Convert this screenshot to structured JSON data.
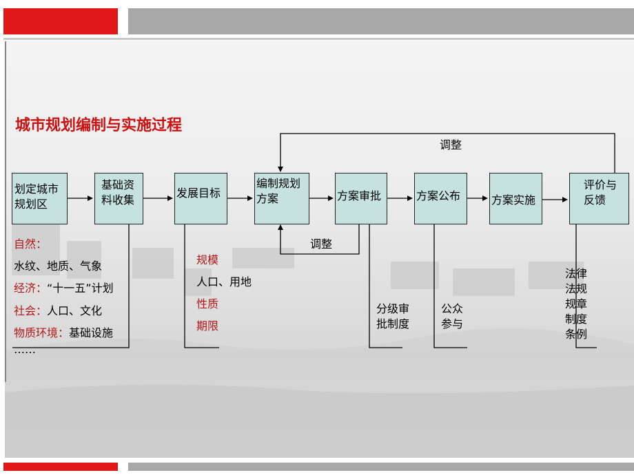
{
  "colors": {
    "accent_red": "#e01818",
    "header_gray": "#a8a8a8",
    "box_fill": "#c6e2e0",
    "title_red": "#cc1111",
    "label_red": "#b01818"
  },
  "title": "城市规划编制与实施过程",
  "boxes": {
    "b1_l1": "划定城市",
    "b1_l2": "规划区",
    "b2_l1": "基础资",
    "b2_l2": "料收集",
    "b3": "发展目标",
    "b4_l1": "编制规划",
    "b4_l2": "方案",
    "b5": "方案审批",
    "b6": "方案公布",
    "b7": "方案实施",
    "b8_l1": "评价与",
    "b8_l2": "反馈"
  },
  "feedback": {
    "top": "调整",
    "mid": "调整"
  },
  "notes": {
    "natural_label": "自然：",
    "natural": "水纹、地质、气象",
    "economy_label": "经济：",
    "economy": "“十一五”计划",
    "society_label": "社会：",
    "society": "人口、文化",
    "physical_label": "物质环境：",
    "physical": "基础设施",
    "ellipsis": "……",
    "scale_label": "规模",
    "scale": "人口、用地",
    "nature_label": "性质",
    "period_label": "期限",
    "approval_l1": "分级审",
    "approval_l2": "批制度",
    "public_l1": "公众",
    "public_l2": "参与",
    "law_1": "法律",
    "law_2": "法规",
    "law_3": "规章",
    "law_4": "制度",
    "law_5": "条例"
  }
}
